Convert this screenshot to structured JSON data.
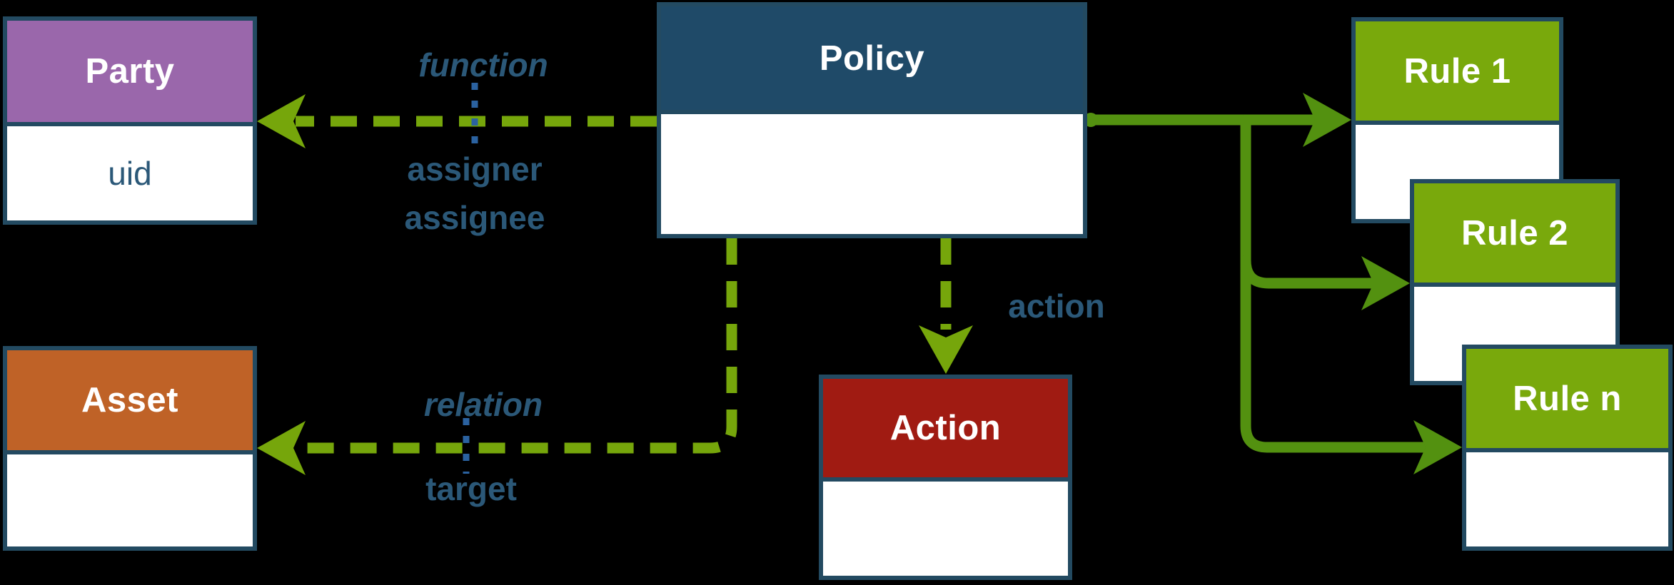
{
  "diagram": {
    "boxes": {
      "party": {
        "title": "Party",
        "attribute": "uid"
      },
      "asset": {
        "title": "Asset"
      },
      "policy": {
        "title": "Policy"
      },
      "action": {
        "title": "Action"
      },
      "rule1": {
        "title": "Rule 1"
      },
      "rule2": {
        "title": "Rule 2"
      },
      "rulen": {
        "title": "Rule n"
      }
    },
    "edge_labels": {
      "function": "function",
      "assigner": "assigner",
      "assignee": "assignee",
      "relation": "relation",
      "target": "target",
      "action": "action"
    },
    "colors": {
      "background": "#000000",
      "border": "#234a61",
      "box_body": "#ffffff",
      "title_text": "#ffffff",
      "label_text": "#2b5878",
      "party_header": "#9a67ab",
      "asset_header": "#bf6227",
      "policy_header": "#1f4a68",
      "action_header": "#a01b12",
      "rule_header": "#79a90c",
      "dashed_arrow": "#76a60b",
      "solid_arrow": "#539110",
      "leader_line": "#2b62a0"
    }
  }
}
